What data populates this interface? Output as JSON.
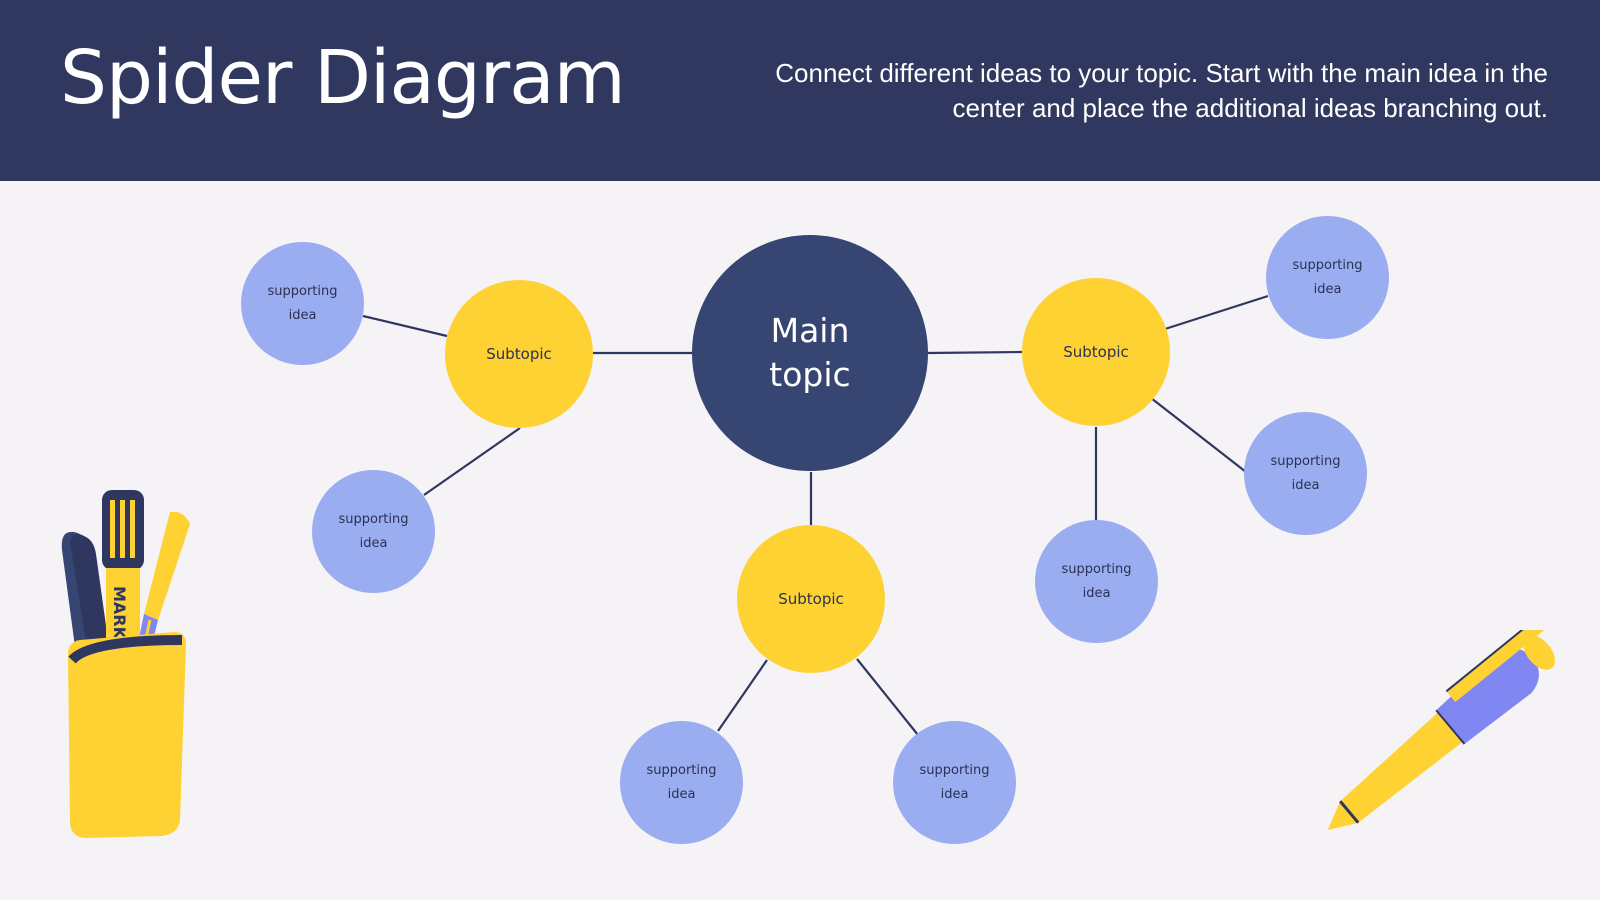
{
  "header": {
    "title": "Spider Diagram",
    "description": "Connect different ideas to your topic. Start with the main idea in the center and place the additional ideas branching out."
  },
  "diagram": {
    "main_topic": "Main topic",
    "subtopics": [
      "Subtopic",
      "Subtopic",
      "Subtopic"
    ],
    "supporting_ideas": [
      "supporting idea",
      "supporting idea",
      "supporting idea",
      "supporting idea",
      "supporting idea",
      "supporting idea",
      "supporting idea"
    ]
  },
  "decorations": {
    "marker_label": "MARK",
    "colors": {
      "navy": "#31385f",
      "yellow": "#fed233",
      "periwinkle": "#9aadf0",
      "violet": "#8187f2"
    }
  }
}
